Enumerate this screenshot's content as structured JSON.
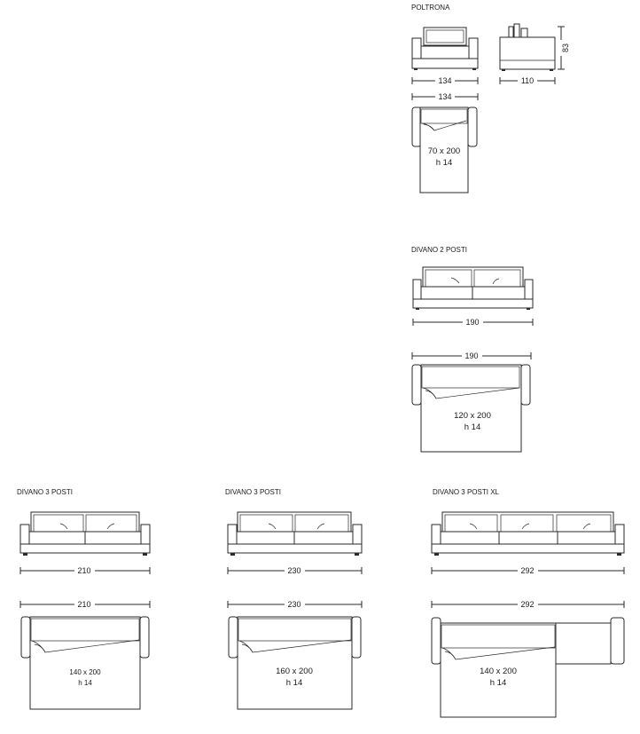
{
  "poltrona": {
    "title": "POLTRONA",
    "front_width": "134",
    "side_depth": "110",
    "height": "83",
    "bed_width": "134",
    "bed_size": "70 x 200",
    "bed_h": "h 14"
  },
  "divano2": {
    "title": "DIVANO 2 POSTI",
    "front_width": "190",
    "bed_width": "190",
    "bed_size": "120 x 200",
    "bed_h": "h 14"
  },
  "divano3a": {
    "title": "DIVANO 3 POSTI",
    "front_width": "210",
    "bed_width": "210",
    "bed_size": "140 x 200",
    "bed_h": "h 14"
  },
  "divano3b": {
    "title": "DIVANO 3 POSTI",
    "front_width": "230",
    "bed_width": "230",
    "bed_size": "160 x 200",
    "bed_h": "h 14"
  },
  "divano3xl": {
    "title": "DIVANO 3 POSTI XL",
    "front_width": "292",
    "bed_width": "292",
    "bed_size": "140 x 200",
    "bed_h": "h 14"
  }
}
